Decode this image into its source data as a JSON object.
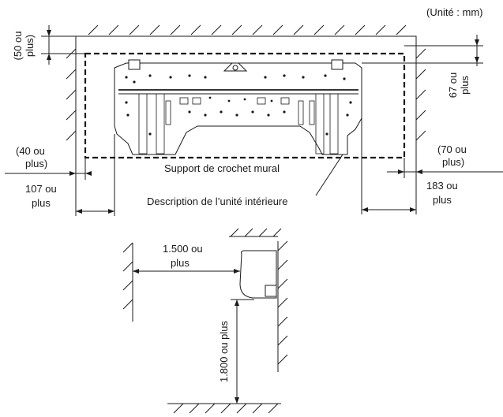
{
  "units_note": "(Unité : mm)",
  "top_clearance": {
    "line1": "(50 ou",
    "line2": "plus)"
  },
  "right_top_gap": {
    "line1": "67 ou",
    "line2": "plus"
  },
  "left_side_clearance": {
    "line1": "(40 ou",
    "line2": "plus)"
  },
  "right_side_clearance": {
    "line1": "(70 ou",
    "line2": "plus)"
  },
  "left_offset": {
    "line1": "107 ou",
    "line2": "plus"
  },
  "right_offset": {
    "line1": "183 ou",
    "line2": "plus"
  },
  "bracket_label": "Support de crochet mural",
  "unit_label": "Description de l’unité intérieure",
  "front_clearance": {
    "line1": "1.500 ou",
    "line2": "plus"
  },
  "floor_clearance": "1.800 ou plus"
}
